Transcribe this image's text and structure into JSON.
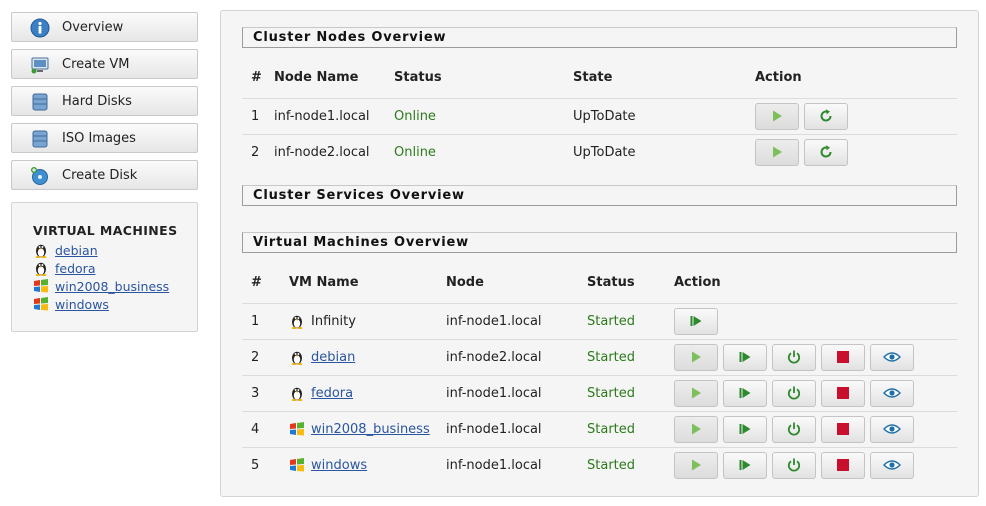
{
  "sidebar": {
    "nav": [
      {
        "label": "Overview",
        "icon": "info-icon"
      },
      {
        "label": "Create VM",
        "icon": "monitor-icon"
      },
      {
        "label": "Hard Disks",
        "icon": "database-icon"
      },
      {
        "label": "ISO Images",
        "icon": "database-icon"
      },
      {
        "label": "Create Disk",
        "icon": "disk-add-icon"
      }
    ],
    "vm_heading": "VIRTUAL MACHINES",
    "vms": [
      {
        "name": "debian",
        "os": "linux"
      },
      {
        "name": "fedora",
        "os": "linux"
      },
      {
        "name": "win2008_business",
        "os": "windows"
      },
      {
        "name": "windows",
        "os": "windows"
      }
    ]
  },
  "cluster_nodes": {
    "title": "Cluster Nodes Overview",
    "headers": {
      "num": "#",
      "name": "Node Name",
      "status": "Status",
      "state": "State",
      "action": "Action"
    },
    "rows": [
      {
        "num": "1",
        "name": "inf-node1.local",
        "status": "Online",
        "state": "UpToDate"
      },
      {
        "num": "2",
        "name": "inf-node2.local",
        "status": "Online",
        "state": "UpToDate"
      }
    ]
  },
  "cluster_services": {
    "title": "Cluster Services Overview"
  },
  "vms_overview": {
    "title": "Virtual Machines Overview",
    "headers": {
      "num": "#",
      "name": "VM Name",
      "node": "Node",
      "status": "Status",
      "action": "Action"
    },
    "rows": [
      {
        "num": "1",
        "name": "Infinity",
        "os": "linux",
        "node": "inf-node1.local",
        "status": "Started"
      },
      {
        "num": "2",
        "name": "debian",
        "os": "linux",
        "node": "inf-node2.local",
        "status": "Started"
      },
      {
        "num": "3",
        "name": "fedora",
        "os": "linux",
        "node": "inf-node1.local",
        "status": "Started"
      },
      {
        "num": "4",
        "name": "win2008_business",
        "os": "windows",
        "node": "inf-node1.local",
        "status": "Started"
      },
      {
        "num": "5",
        "name": "windows",
        "os": "windows",
        "node": "inf-node1.local",
        "status": "Started"
      }
    ]
  },
  "colors": {
    "status_green": "#2d7a1c",
    "link_blue": "#2a55a0",
    "stop_red": "#c8102e",
    "play_green": "#4a9a2a"
  }
}
